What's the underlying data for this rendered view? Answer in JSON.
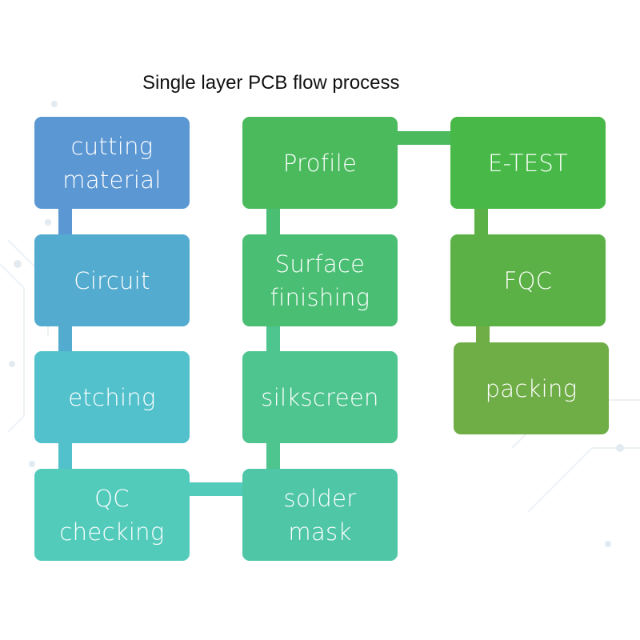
{
  "title": "Single layer PCB flow process",
  "steps": [
    {
      "id": "cutting-material",
      "label": "cutting\nmaterial",
      "color": "#5b97d3"
    },
    {
      "id": "circuit",
      "label": "Circuit",
      "color": "#53abcf"
    },
    {
      "id": "etching",
      "label": "etching",
      "color": "#52c1cb"
    },
    {
      "id": "qc-checking",
      "label": "QC\nchecking",
      "color": "#52cbbb"
    },
    {
      "id": "solder-mask",
      "label": "solder\nmask",
      "color": "#4fc6a6"
    },
    {
      "id": "silkscreen",
      "label": "silkscreen",
      "color": "#4ec48f"
    },
    {
      "id": "surface-finishing",
      "label": "Surface\nfinishing",
      "color": "#4abe73"
    },
    {
      "id": "profile",
      "label": "Profile",
      "color": "#4aba5d"
    },
    {
      "id": "e-test",
      "label": "E-TEST",
      "color": "#48b948"
    },
    {
      "id": "fqc",
      "label": "FQC",
      "color": "#5bb146"
    },
    {
      "id": "packing",
      "label": "packing",
      "color": "#6fad47"
    }
  ],
  "flow_order": [
    "cutting-material",
    "circuit",
    "etching",
    "qc-checking",
    "solder-mask",
    "silkscreen",
    "surface-finishing",
    "profile",
    "e-test",
    "fqc",
    "packing"
  ]
}
